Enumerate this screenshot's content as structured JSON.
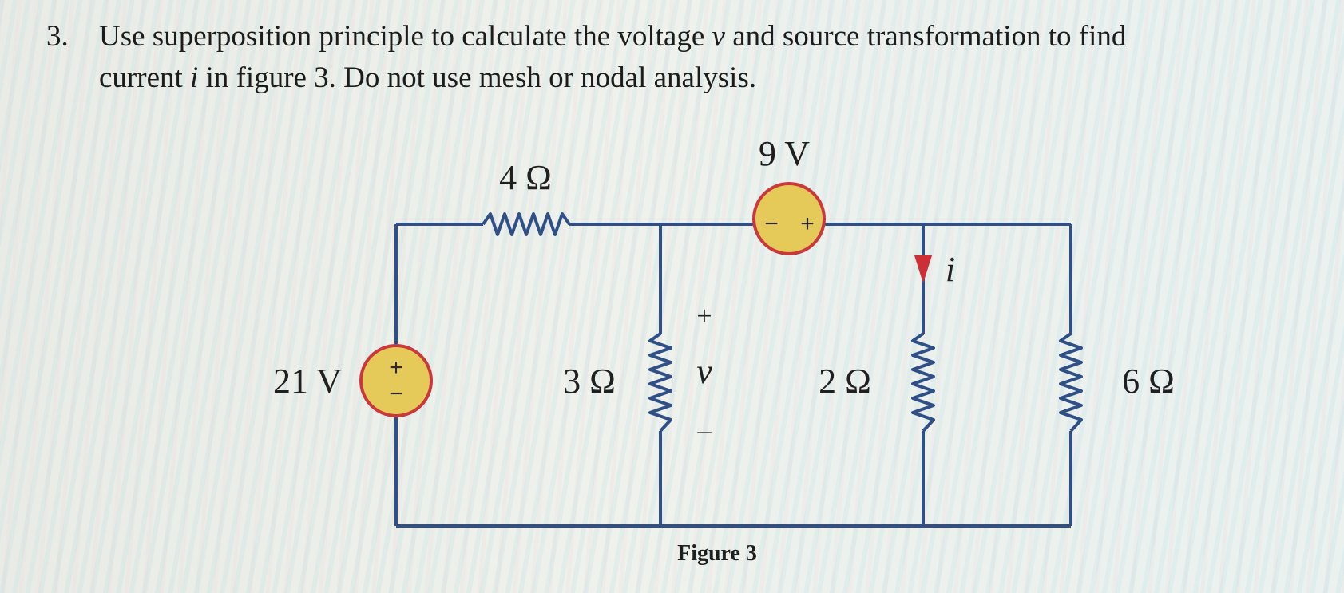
{
  "problem": {
    "number": "3.",
    "line1_before": "Use superposition principle to calculate the voltage ",
    "var_v": "v",
    "line1_after": " and source transformation to find",
    "line2_before": "current ",
    "var_i": "i",
    "line2_after": " in figure 3. Do not use mesh or nodal analysis."
  },
  "circuit": {
    "source_21v": {
      "label": "21 V",
      "plus": "+",
      "minus": "−"
    },
    "source_9v": {
      "label": "9 V",
      "minus": "−",
      "plus": "+"
    },
    "resistor_4": "4 Ω",
    "resistor_3": "3 Ω",
    "resistor_2": "2 Ω",
    "resistor_6": "6 Ω",
    "voltage_v": {
      "plus": "+",
      "name": "v",
      "minus": "–"
    },
    "current_i": "i",
    "caption": "Figure 3"
  },
  "colors": {
    "wire": "#2f4f86",
    "source_fill": "#e5ca5a",
    "source_stroke": "#c8383c",
    "arrow": "#cc2f36"
  }
}
